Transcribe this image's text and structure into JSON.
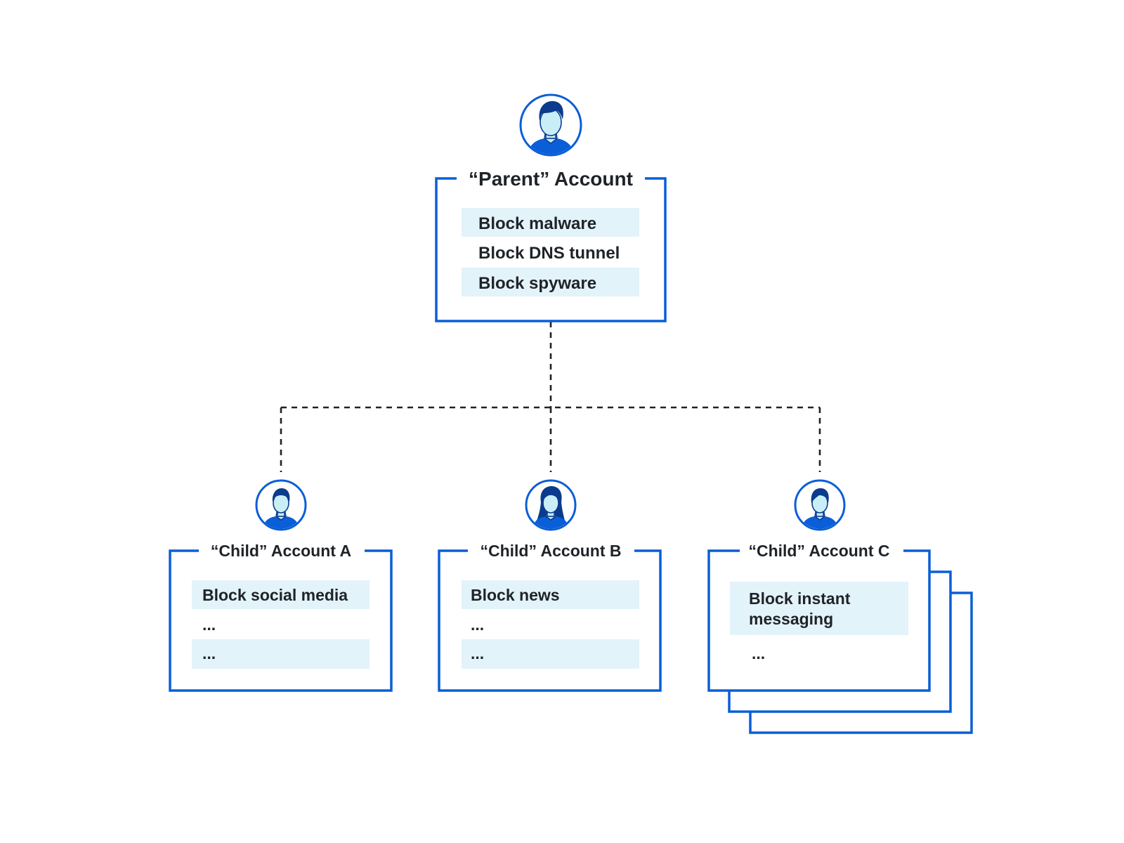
{
  "parent": {
    "title": "“Parent” Account",
    "items": [
      {
        "label": "Block malware",
        "highlight": true
      },
      {
        "label": "Block DNS tunnel",
        "highlight": false
      },
      {
        "label": "Block spyware",
        "highlight": true
      }
    ]
  },
  "children": [
    {
      "title": "“Child” Account A",
      "items": [
        {
          "label": "Block social media",
          "highlight": true
        },
        {
          "label": "...",
          "highlight": false
        },
        {
          "label": "...",
          "highlight": true
        }
      ]
    },
    {
      "title": "“Child” Account B",
      "items": [
        {
          "label": "Block news",
          "highlight": true
        },
        {
          "label": "...",
          "highlight": false
        },
        {
          "label": "...",
          "highlight": true
        }
      ]
    },
    {
      "title": "“Child” Account C",
      "items": [
        {
          "label": "Block instant",
          "label2": "messaging",
          "highlight": true
        },
        {
          "label": "...",
          "highlight": false
        }
      ]
    }
  ],
  "colors": {
    "frame": "#0a5ed7",
    "highlight": "#e3f3fa",
    "text": "#1f2328",
    "connector": "#222222"
  }
}
